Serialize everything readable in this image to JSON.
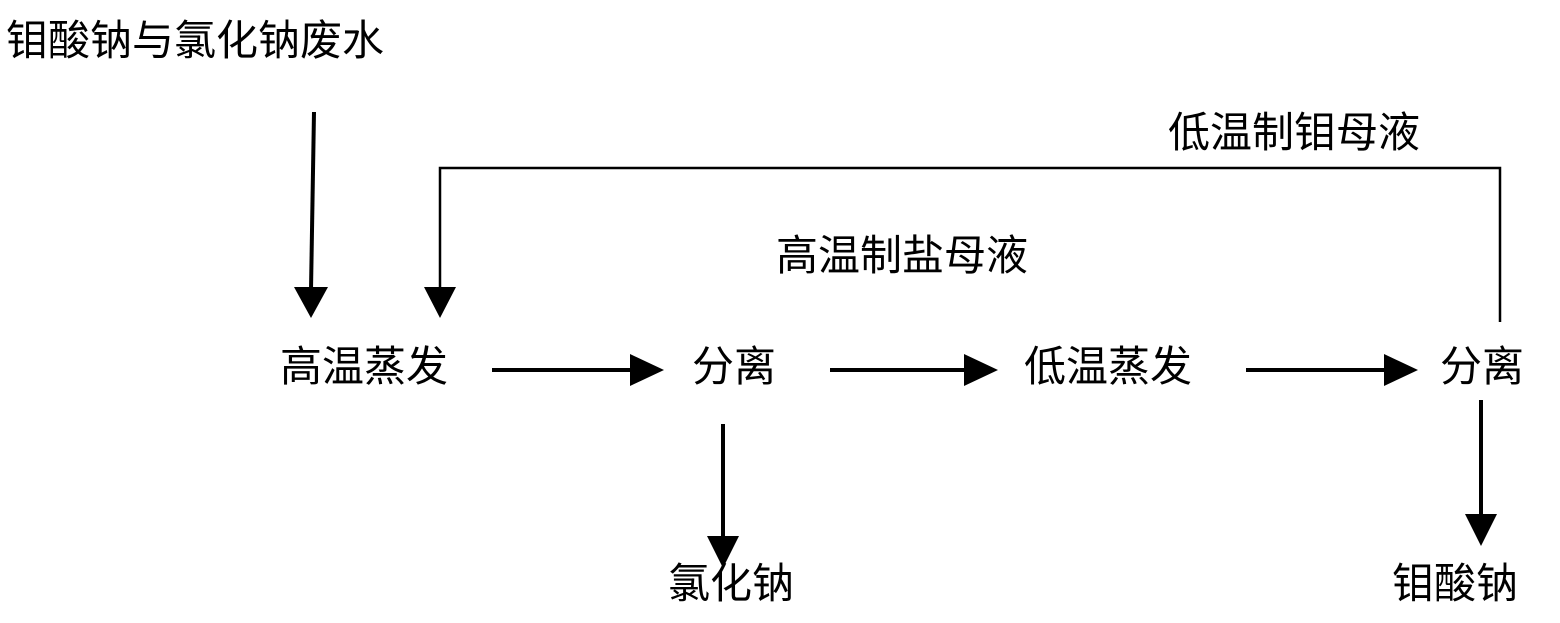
{
  "diagram": {
    "input_label": "钼酸钠与氯化钠废水",
    "nodes": {
      "high_temp_evaporation": "高温蒸发",
      "separation_1": "分离",
      "low_temp_evaporation": "低温蒸发",
      "separation_2": "分离"
    },
    "products": {
      "sodium_chloride": "氯化钠",
      "sodium_molybdate": "钼酸钠"
    },
    "recycle_streams": {
      "low_temp_molybdenum_mother_liquor": "低温制钼母液",
      "high_temp_salt_mother_liquor": "高温制盐母液"
    },
    "colors": {
      "line": "#000000",
      "background": "#ffffff"
    }
  }
}
